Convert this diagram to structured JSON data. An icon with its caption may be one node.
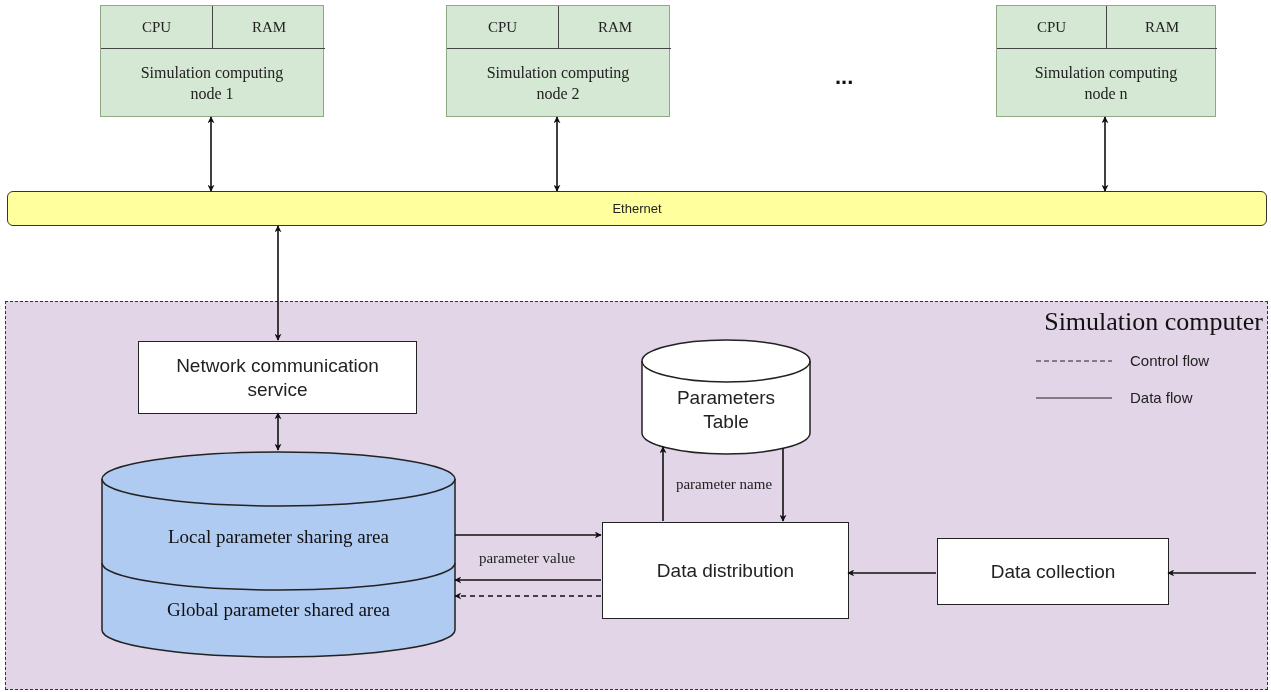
{
  "diagram": {
    "nodes": [
      {
        "text": [
          "Simulation computing node 1"
        ]
      },
      {
        "text": [
          "CPU"
        ],
        "in": 0
      },
      {
        "text": [
          "RAM"
        ],
        "in": 0
      },
      {
        "text": [
          "Simulation computing node 2"
        ]
      },
      {
        "text": [
          "CPU"
        ],
        "in": 3
      },
      {
        "text": [
          "RAM"
        ],
        "in": 3
      },
      {
        "text": [
          "Simulation computing node n"
        ]
      },
      {
        "text": [
          "CPU"
        ],
        "in": 6
      },
      {
        "text": [
          "RAM"
        ],
        "in": 6
      },
      {
        "text": [
          "Ethernet"
        ]
      },
      {
        "text": [
          "Simulation computer"
        ]
      },
      {
        "text": [
          "Network communication service"
        ],
        "in": 10
      },
      {
        "text": [
          "Local parameter sharing area",
          "Global parameter shared area"
        ],
        "in": 10
      },
      {
        "text": [
          "Parameters Table"
        ],
        "in": 10
      },
      {
        "text": [
          "Data distribution"
        ],
        "in": 10
      },
      {
        "text": [
          "Data collection"
        ],
        "in": 10
      }
    ],
    "edges": [
      {
        "from": 0,
        "to": 9,
        "arrow": "both"
      },
      {
        "from": 3,
        "to": 9,
        "arrow": "both"
      },
      {
        "from": 6,
        "to": 9,
        "arrow": "both"
      },
      {
        "from": 9,
        "to": 11,
        "arrow": "both"
      },
      {
        "from": 11,
        "to": 12,
        "arrow": "both"
      },
      {
        "from": 12,
        "to": 14,
        "arrow": "to"
      },
      {
        "from": 14,
        "to": 12,
        "arrow": "to",
        "label": "parameter value"
      },
      {
        "from": 14,
        "to": 12,
        "arrow": "to",
        "style": "dashed"
      },
      {
        "from": 14,
        "to": 13,
        "arrow": "to",
        "label": "parameter name"
      },
      {
        "from": 13,
        "to": 14,
        "arrow": "to"
      },
      {
        "from": 15,
        "to": 14,
        "arrow": "to"
      },
      {
        "from": null,
        "to": 15,
        "arrow": "to"
      }
    ],
    "labels": [
      "..."
    ],
    "legend": [
      {
        "text": "Control flow"
      },
      {
        "text": "Data flow"
      }
    ]
  }
}
